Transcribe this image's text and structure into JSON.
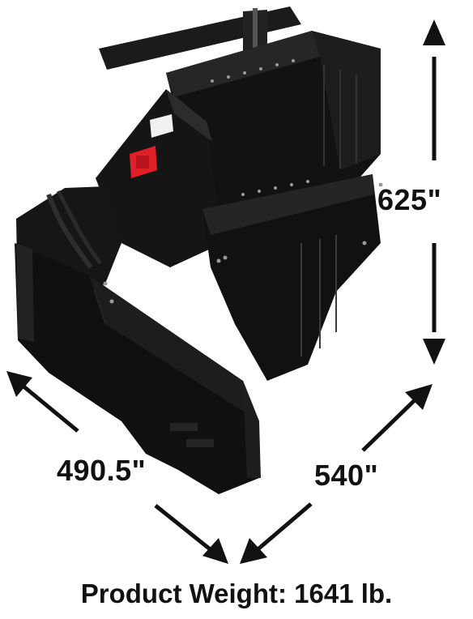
{
  "product_image": {
    "name": "black steel machine attachment with red control button",
    "colors": {
      "body": "#141414",
      "highlight": "#2a2a2a",
      "button": "#e02028",
      "panel": "#f0f0f0"
    }
  },
  "dimensions": {
    "height": "625\"",
    "depth": "490.5\"",
    "width": "540\""
  },
  "weight": {
    "caption": "Product Weight: 1641 lb."
  }
}
